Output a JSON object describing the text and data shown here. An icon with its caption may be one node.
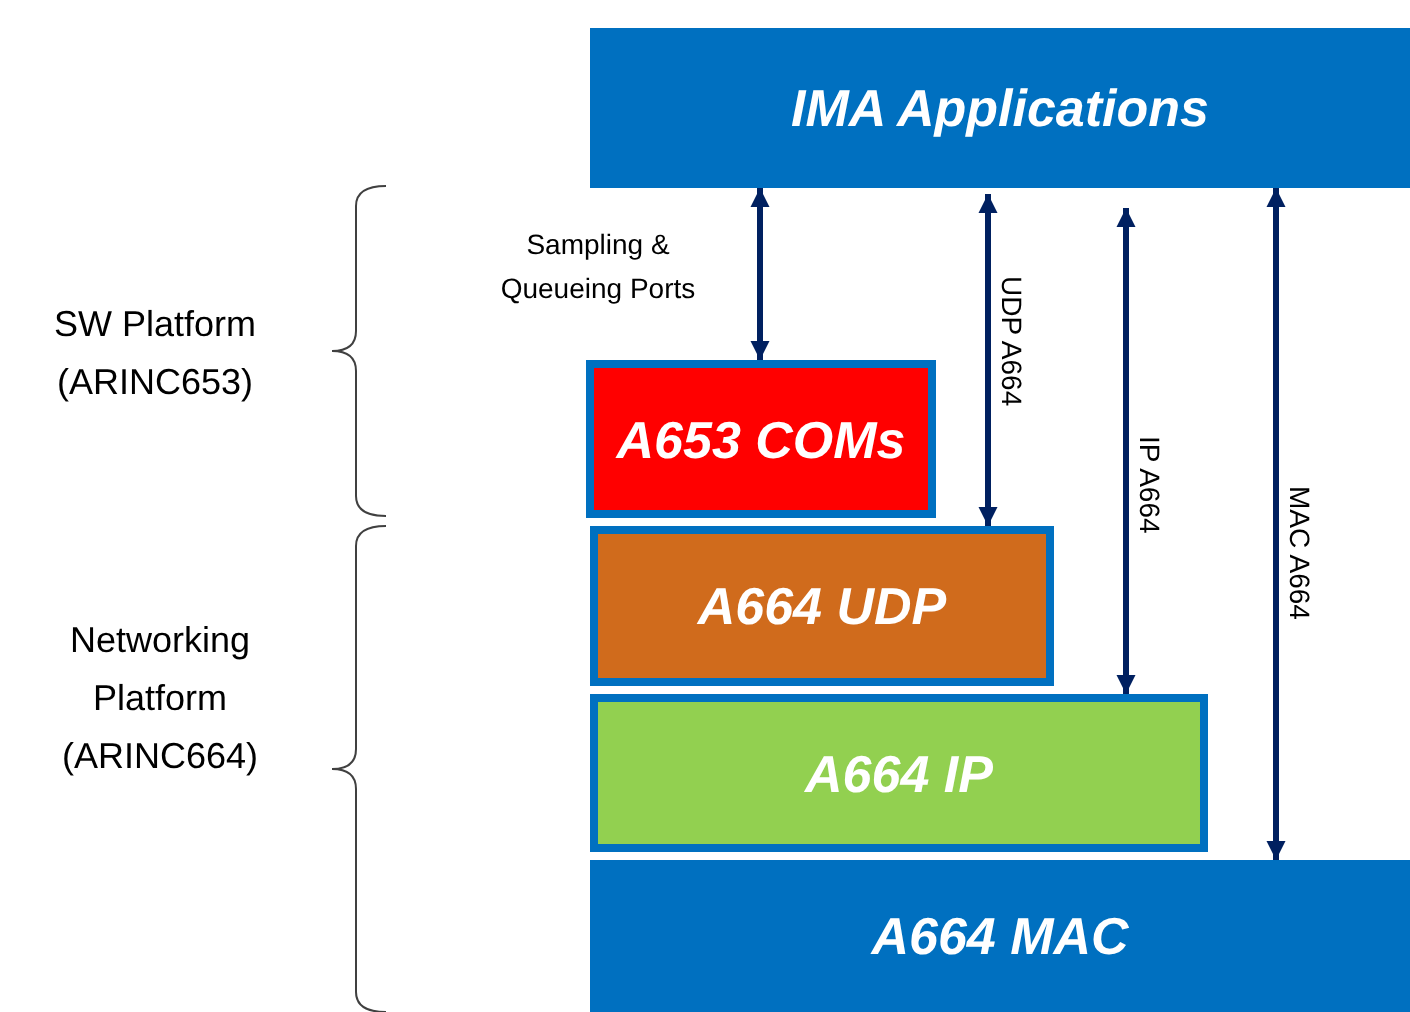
{
  "diagram": {
    "nodes": [
      {
        "text": [
          "IMA Applications"
        ]
      },
      {
        "text": [
          "A653 COMs"
        ]
      },
      {
        "text": [
          "A664 UDP"
        ]
      },
      {
        "text": [
          "A664 IP"
        ]
      },
      {
        "text": [
          "A664 MAC"
        ]
      }
    ],
    "edges": [
      {
        "from": 0,
        "to": 1,
        "arrow": "both",
        "label": "Sampling & Queueing Ports"
      },
      {
        "from": 0,
        "to": 2,
        "arrow": "both",
        "label": "UDP A664"
      },
      {
        "from": 0,
        "to": 3,
        "arrow": "both",
        "label": "IP A664"
      },
      {
        "from": 0,
        "to": 4,
        "arrow": "both",
        "label": "MAC A664"
      }
    ],
    "labels": [
      "SW Platform (ARINC653)",
      "Networking Platform (ARINC664)"
    ]
  }
}
